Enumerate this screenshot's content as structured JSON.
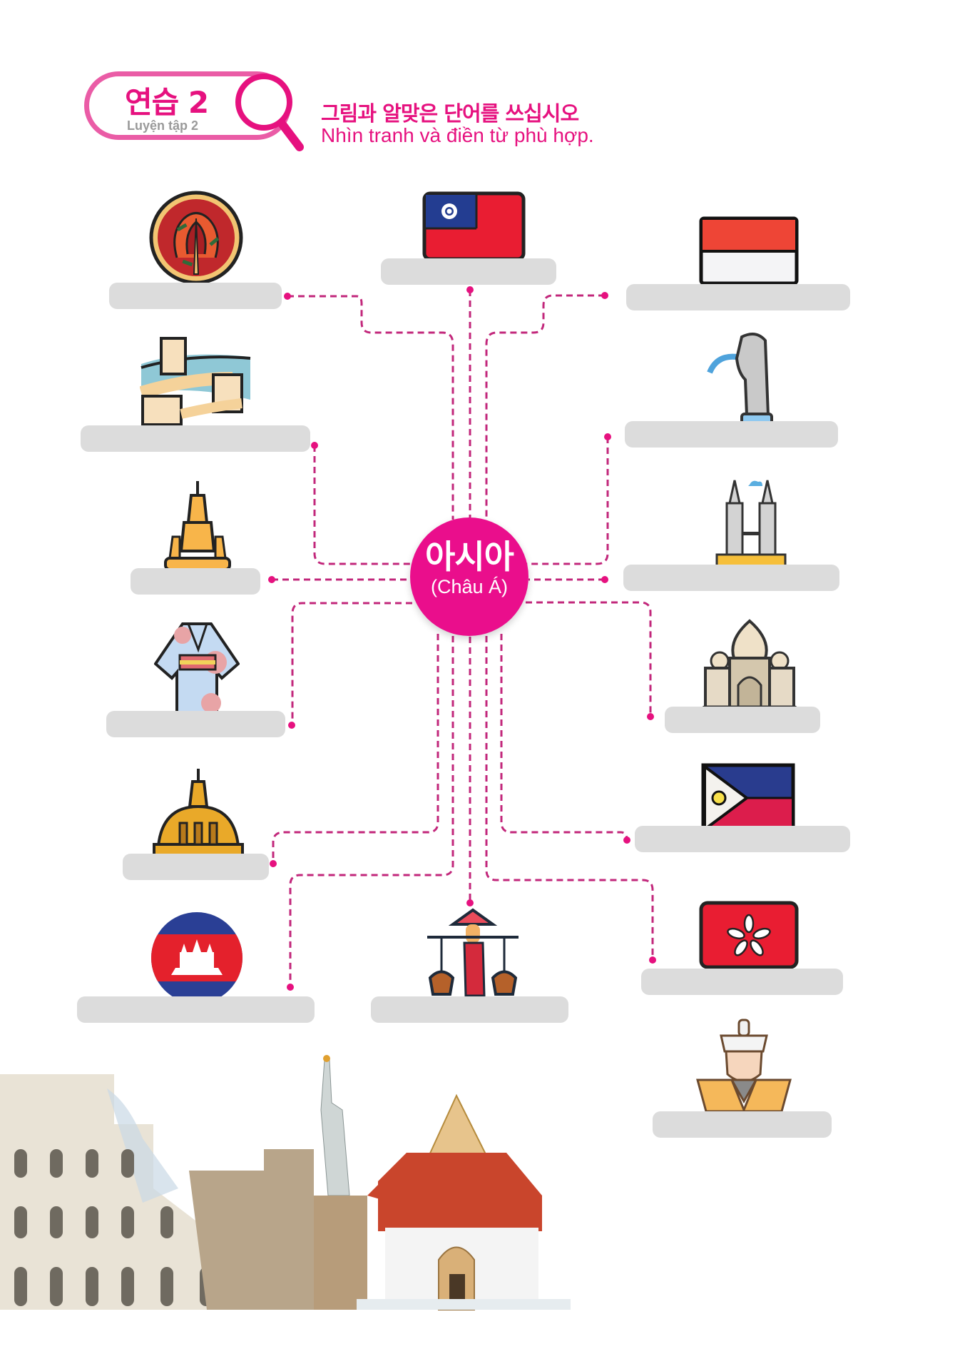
{
  "header": {
    "exercise_title": "연습 2",
    "exercise_subtitle": "Luyện tập 2",
    "instruction_korean": "그림과 알맞은 단어를 쓰십시오",
    "instruction_vietnamese": "Nhìn tranh và điền từ phù hợp.",
    "icon": "magnifier-icon"
  },
  "center": {
    "label_korean": "아시아",
    "label_vietnamese": "(Châu Á)"
  },
  "colors": {
    "accent": "#ea0e8c",
    "header_border": "#ea5ca6",
    "answer_box": "#dcdcdc",
    "subtitle_gray": "#9a9a9a"
  },
  "items": [
    {
      "id": "kimchi",
      "icon": "kimchi-icon",
      "answer": ""
    },
    {
      "id": "taiwan-flag",
      "icon": "taiwan-flag-icon",
      "answer": ""
    },
    {
      "id": "indonesia-flag",
      "icon": "indonesia-flag-icon",
      "answer": ""
    },
    {
      "id": "great-wall",
      "icon": "great-wall-icon",
      "answer": ""
    },
    {
      "id": "merlion",
      "icon": "merlion-icon",
      "answer": ""
    },
    {
      "id": "thai-pagoda",
      "icon": "thai-pagoda-icon",
      "answer": ""
    },
    {
      "id": "petronas-towers",
      "icon": "petronas-towers-icon",
      "answer": ""
    },
    {
      "id": "kimono",
      "icon": "kimono-icon",
      "answer": ""
    },
    {
      "id": "taj-mahal",
      "icon": "taj-mahal-icon",
      "answer": ""
    },
    {
      "id": "myanmar-pagoda",
      "icon": "golden-stupa-icon",
      "answer": ""
    },
    {
      "id": "philippines-flag",
      "icon": "philippines-flag-icon",
      "answer": ""
    },
    {
      "id": "cambodia-flag",
      "icon": "cambodia-flag-icon",
      "answer": ""
    },
    {
      "id": "vietnam-vendor",
      "icon": "street-vendor-icon",
      "answer": ""
    },
    {
      "id": "hongkong-flag",
      "icon": "hongkong-flag-icon",
      "answer": ""
    },
    {
      "id": "traditional-costume",
      "icon": "traditional-costume-icon",
      "answer": ""
    }
  ],
  "footer_illustration": "world-landmarks-illustration"
}
